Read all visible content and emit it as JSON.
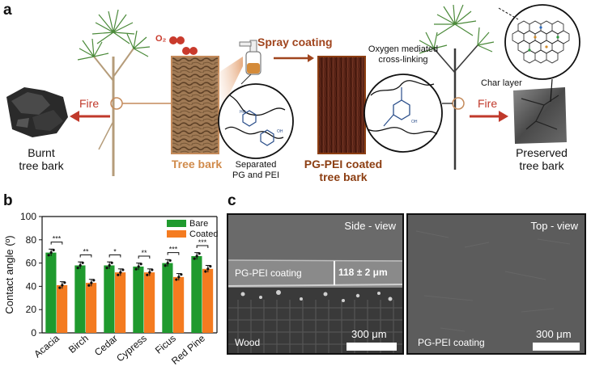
{
  "panel_a": {
    "letter": "a",
    "o2_label": "O₂",
    "spray_label": "Spray coating",
    "fire_left": "Fire",
    "fire_right": "Fire",
    "burnt_label_1": "Burnt",
    "burnt_label_2": "tree bark",
    "tree_bark_label": "Tree bark",
    "separated_1": "Separated",
    "separated_2": "PG and PEI",
    "coated_label_1": "PG-PEI coated",
    "coated_label_2": "tree bark",
    "oxygen_1": "Oxygen mediated",
    "oxygen_2": "cross-linking",
    "char_label": "Char layer",
    "preserved_1": "Preserved",
    "preserved_2": "tree bark",
    "colors": {
      "tree_bark": "#d08a4a",
      "coated": "#8c3e12",
      "fire_arrow": "#c0392b"
    }
  },
  "panel_b": {
    "letter": "b"
  },
  "panel_c": {
    "letter": "c",
    "side_title": "Side - view",
    "coating_label": "PG-PEI coating",
    "thickness": "118 ± 2 μm",
    "wood_label": "Wood",
    "scale_left": "300 μm",
    "top_title": "Top - view",
    "top_coating_label": "PG-PEI coating",
    "scale_right": "300 μm"
  },
  "chart_data": {
    "type": "bar",
    "ylabel": "Contact angle (º)",
    "xlabel": "",
    "ylim": [
      0,
      100
    ],
    "yticks": [
      0,
      20,
      40,
      60,
      80,
      100
    ],
    "grid": false,
    "legend_position": "top-right",
    "categories": [
      "Acacia",
      "Birch",
      "Cedar",
      "Cypress",
      "Ficus",
      "Red Pine"
    ],
    "series": [
      {
        "name": "Bare",
        "color": "#1f9a2e",
        "values": [
          69,
          58,
          58,
          57,
          60,
          66
        ]
      },
      {
        "name": "Coated",
        "color": "#f47b20",
        "values": [
          41,
          43,
          52,
          52,
          48,
          55
        ]
      }
    ],
    "significance": [
      "***",
      "**",
      "*",
      "**",
      "***",
      "***"
    ]
  }
}
